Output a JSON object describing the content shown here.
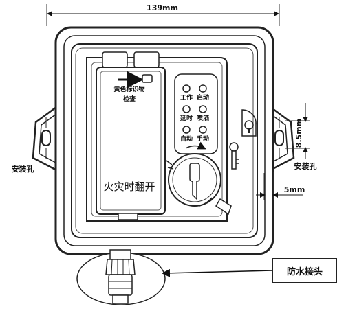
{
  "dimensions": {
    "width": "139mm",
    "hole_offset": "8.5mm",
    "edge_offset": "5mm"
  },
  "labels": {
    "mount_hole_left": "安装孔",
    "mount_hole_right": "安装孔",
    "yellow_mark_check_line1": "黄色标识物",
    "yellow_mark_check_line2": "检查",
    "fire_flip": "火灾时翻开",
    "waterproof_connector": "防水接头"
  },
  "indicators": [
    {
      "label": "工作"
    },
    {
      "label": "启动"
    },
    {
      "label": "延时"
    },
    {
      "label": "喷洒"
    },
    {
      "label": "自动"
    },
    {
      "label": "手动"
    }
  ]
}
